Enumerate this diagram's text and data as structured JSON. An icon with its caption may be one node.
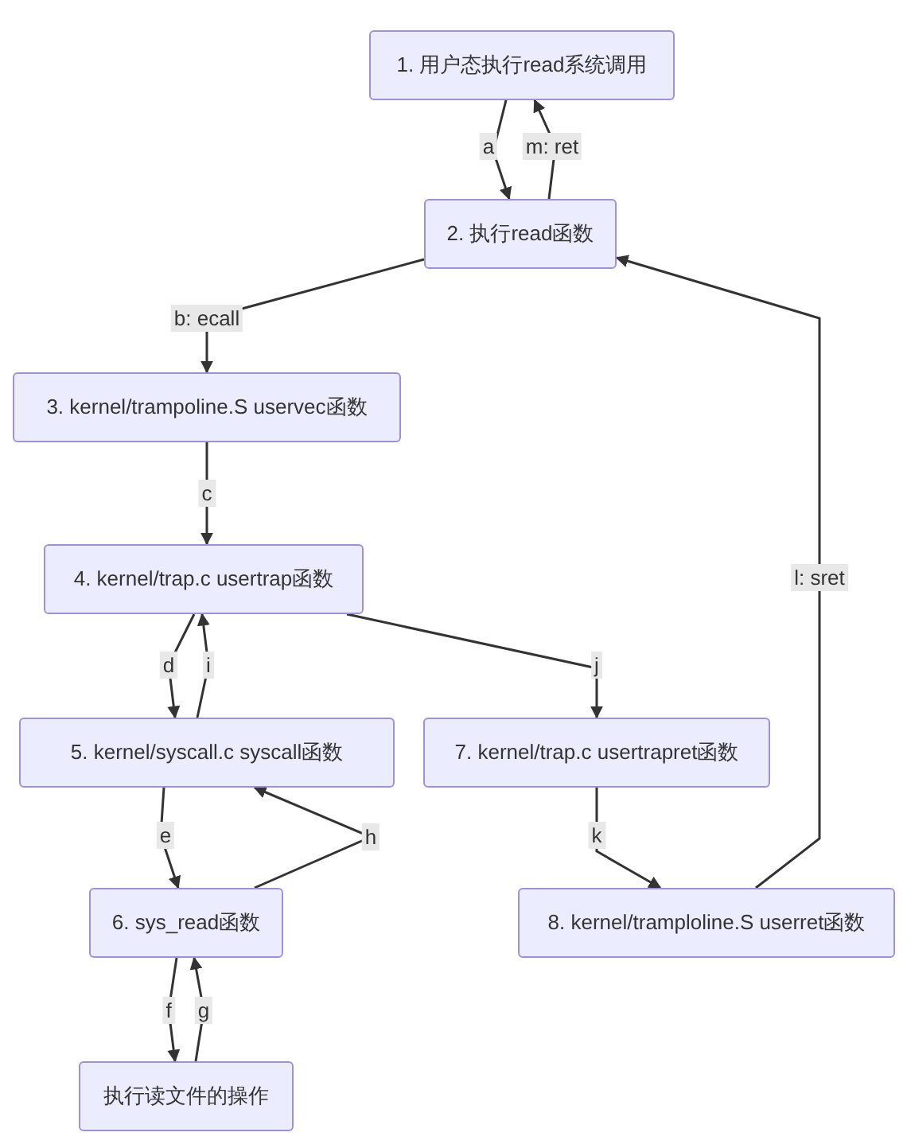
{
  "diagram": {
    "nodes": [
      {
        "text": [
          "1. 用户态执行read系统调用"
        ]
      },
      {
        "text": [
          "2. 执行read函数"
        ]
      },
      {
        "text": [
          "3. kernel/trampoline.S uservec函数"
        ]
      },
      {
        "text": [
          "4. kernel/trap.c usertrap函数"
        ]
      },
      {
        "text": [
          "5. kernel/syscall.c syscall函数"
        ]
      },
      {
        "text": [
          "6. sys_read函数"
        ]
      },
      {
        "text": [
          "执行读文件的操作"
        ]
      },
      {
        "text": [
          "7. kernel/trap.c usertrapret函数"
        ]
      },
      {
        "text": [
          "8. kernel/tramploline.S userret函数"
        ]
      }
    ],
    "edges": [
      {
        "from": 0,
        "to": 1,
        "arrow": "to",
        "label": "a"
      },
      {
        "from": 1,
        "to": 0,
        "arrow": "to",
        "label": "m: ret"
      },
      {
        "from": 1,
        "to": 2,
        "arrow": "to",
        "label": "b: ecall"
      },
      {
        "from": 2,
        "to": 3,
        "arrow": "to",
        "label": "c"
      },
      {
        "from": 3,
        "to": 4,
        "arrow": "to",
        "label": "d"
      },
      {
        "from": 4,
        "to": 3,
        "arrow": "to",
        "label": "i"
      },
      {
        "from": 4,
        "to": 5,
        "arrow": "to",
        "label": "e"
      },
      {
        "from": 5,
        "to": 4,
        "arrow": "to",
        "label": "h"
      },
      {
        "from": 5,
        "to": 6,
        "arrow": "to",
        "label": "f"
      },
      {
        "from": 6,
        "to": 5,
        "arrow": "to",
        "label": "g"
      },
      {
        "from": 3,
        "to": 7,
        "arrow": "to",
        "label": "j"
      },
      {
        "from": 7,
        "to": 8,
        "arrow": "to",
        "label": "k"
      },
      {
        "from": 8,
        "to": 1,
        "arrow": "to",
        "label": "l: sret"
      }
    ]
  }
}
